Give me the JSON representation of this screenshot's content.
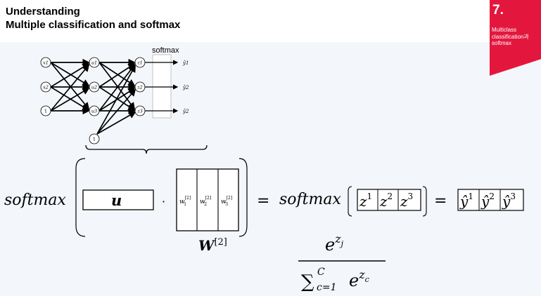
{
  "header": {
    "title_line1": "Understanding",
    "title_line2": "Multiple classification and softmax"
  },
  "badge": {
    "number": "7.",
    "text": "Multiclass classification과 softmax",
    "color": "#e3173e"
  },
  "network": {
    "softmax_label": "softmax",
    "inputs": [
      "x1",
      "x2",
      "1"
    ],
    "hidden": [
      "u1",
      "u2",
      "u3",
      "1"
    ],
    "outputs": [
      "z1",
      "z2",
      "z3"
    ],
    "predictions": [
      "ŷ1",
      "ŷ2",
      "ŷ2"
    ]
  },
  "formula": {
    "softmax_word": "softmax",
    "u_symbol": "u",
    "dot": "·",
    "weights": [
      {
        "base": "w",
        "sup": "[2]",
        "sub": "1"
      },
      {
        "base": "w",
        "sup": "[2]",
        "sub": "2"
      },
      {
        "base": "w",
        "sup": "[2]",
        "sub": "3"
      }
    ],
    "W_base": "W",
    "W_sup": "[2]",
    "equals": "=",
    "z": [
      {
        "base": "z",
        "sup": "1"
      },
      {
        "base": "z",
        "sup": "2"
      },
      {
        "base": "z",
        "sup": "3"
      }
    ],
    "yhat": [
      {
        "base": "ŷ",
        "sup": "1"
      },
      {
        "base": "ŷ",
        "sup": "2"
      },
      {
        "base": "ŷ",
        "sup": "3"
      }
    ]
  },
  "fraction": {
    "num_base": "e",
    "num_exp": "z",
    "num_exp_sub": "j",
    "sigma": "∑",
    "sum_sub": "c=1",
    "sum_sup": "C",
    "den_base": "e",
    "den_exp": "z",
    "den_exp_sub": "c"
  }
}
